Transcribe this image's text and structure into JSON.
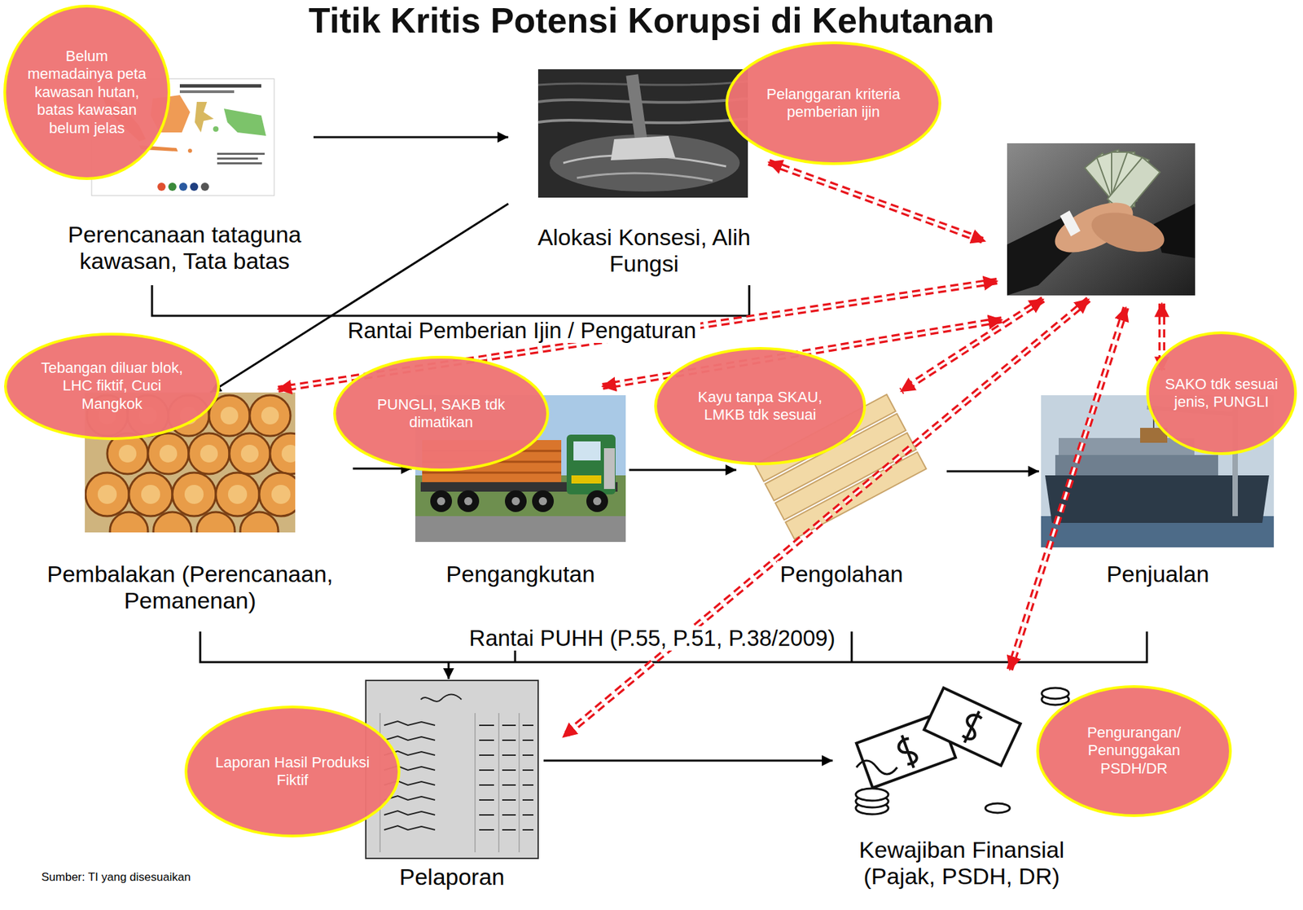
{
  "diagram": {
    "title": "Titik Kritis Potensi Korupsi di Kehutanan",
    "nodes": [
      {
        "text": [
          "Belum memadainya peta kawasan hutan, batas kawasan belum jelas"
        ]
      },
      {
        "text": [
          "Perencanaan tataguna kawasan, Tata batas"
        ]
      },
      {
        "text": [
          "Pelanggaran kriteria pemberian ijin"
        ]
      },
      {
        "text": [
          "Alokasi Konsesi, Alih Fungsi"
        ]
      },
      {
        "text": [
          "Tebangan diluar blok, LHC fiktif, Cuci Mangkok"
        ]
      },
      {
        "text": [
          "PUNGLI, SAKB tdk dimatikan"
        ]
      },
      {
        "text": [
          "Kayu tanpa SKAU, LMKB tdk sesuai"
        ]
      },
      {
        "text": [
          "SAKO tdk sesuai jenis, PUNGLI"
        ]
      },
      {
        "text": [
          "Pembalakan (Perencanaan, Pemanenan)"
        ]
      },
      {
        "text": [
          "Pengangkutan"
        ]
      },
      {
        "text": [
          "Pengolahan"
        ]
      },
      {
        "text": [
          "Penjualan"
        ]
      },
      {
        "text": [
          "Laporan Hasil Produksi Fiktif"
        ]
      },
      {
        "text": [
          "Pelaporan"
        ]
      },
      {
        "text": [
          "Pengurangan/ Penunggakan PSDH/DR"
        ]
      },
      {
        "text": [
          "Kewajiban Finansial (Pajak, PSDH, DR)"
        ]
      }
    ],
    "edges": [
      {
        "from": 1,
        "to": 3,
        "arrow": "to"
      },
      {
        "from": 3,
        "to": 8,
        "arrow": "to"
      },
      {
        "from": 8,
        "to": 9,
        "arrow": "to"
      },
      {
        "from": 9,
        "to": 10,
        "arrow": "to"
      },
      {
        "from": 10,
        "to": 11,
        "arrow": "to"
      },
      {
        "from": 13,
        "to": 15,
        "arrow": "to"
      }
    ],
    "labels": [
      "Rantai Pemberian Ijin / Pengaturan",
      "Rantai PUHH (P.55, P.51, P.38/2009)",
      "Sumber: TI yang disesuaikan"
    ]
  }
}
